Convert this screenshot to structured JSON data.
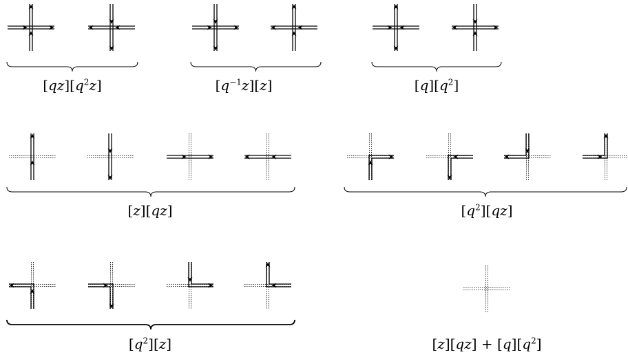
{
  "groups": [
    {
      "label_html": "<span class='up'>[</span>qz<span class='up'>][</span>q<sup>2</sup>z<span class='up'>]</span>"
    },
    {
      "label_html": "<span class='up'>[</span>q<sup>−1</sup>z<span class='up'>][</span>z<span class='up'>]</span>"
    },
    {
      "label_html": "<span class='up'>[</span>q<span class='up'>][</span>q<sup>2</sup><span class='up'>]</span>"
    },
    {
      "label_html": "<span class='up'>[</span>z<span class='up'>][</span>qz<span class='up'>]</span>"
    },
    {
      "label_html": "<span class='up'>[</span>q<sup>2</sup><span class='up'>][</span>qz<span class='up'>]</span>"
    },
    {
      "label_html": "<span class='up'>[</span>q<sup>2</sup><span class='up'>][</span>z<span class='up'>]</span>"
    },
    {
      "label_html": "<span class='up'>[</span>z<span class='up'>][</span>qz<span class='up'>] + [</span>q<span class='up'>][</span>q<sup>2</sup><span class='up'>]</span>"
    }
  ]
}
